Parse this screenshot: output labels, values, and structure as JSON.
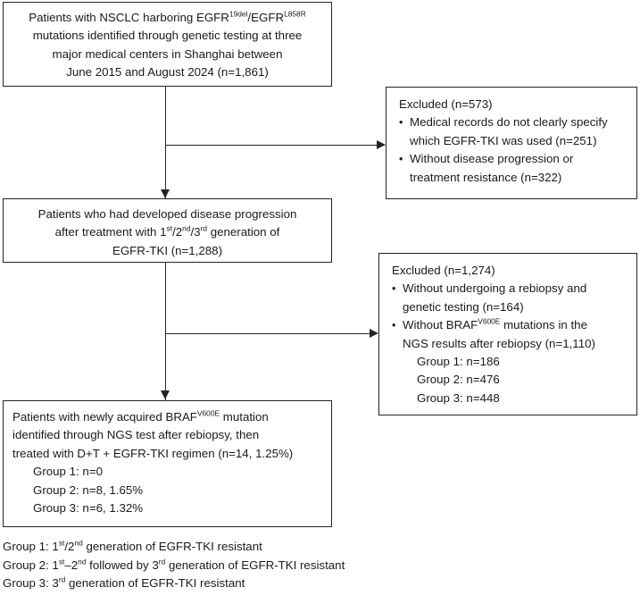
{
  "diagram": {
    "title": "Patient selection flow diagram",
    "line_color": "#242424",
    "background": "#ffffff",
    "boxes": {
      "population": {
        "lines": [
          {
            "prefix": "Patients with NSCLC harboring EGFR",
            "sup1": "19del",
            "mid": "/EGFR",
            "sup2": "L858R",
            "suffix": ""
          },
          {
            "text": "mutations identified through genetic testing at three"
          },
          {
            "text": "major medical centers in Shanghai between"
          },
          {
            "text": "June 2015 and August 2024 (n=1,861)"
          }
        ]
      },
      "excluded_1": {
        "heading": "Excluded (n=573)",
        "items": [
          "Medical records do not clearly specify which EGFR-TKI was used (n=251)",
          "Without disease progression or treatment resistance (n=322)"
        ],
        "item_1_line_1": "Medical records do not clearly specify",
        "item_1_line_2": "which EGFR-TKI was used (n=251)",
        "item_2_line_1": "Without disease progression or",
        "item_2_line_2": "treatment resistance (n=322)"
      },
      "progression": {
        "line_1": "Patients who had developed disease progression",
        "line_2_pre": "after treatment with 1",
        "line_2_sup1": "st",
        "line_2_mid1": "/2",
        "line_2_sup2": "nd",
        "line_2_mid2": "/3",
        "line_2_sup3": "rd",
        "line_2_post": " generation of",
        "line_3": "EGFR-TKI (n=1,288)"
      },
      "excluded_2": {
        "heading": "Excluded (n=1,274)",
        "item_1_line_1": "Without undergoing a rebiopsy and",
        "item_1_line_2": "genetic testing (n=164)",
        "item_2_line_1_pre": "Without BRAF",
        "item_2_line_1_sup": "V600E",
        "item_2_line_1_post": " mutations in the",
        "item_2_line_2": "NGS results after rebiopsy (n=1,110)",
        "groups": [
          "Group 1: n=186",
          "Group 2: n=476",
          "Group 3: n=448"
        ]
      },
      "braf": {
        "line_1_pre": "Patients with newly acquired BRAF",
        "line_1_sup": "V600E",
        "line_1_post": " mutation",
        "line_2": "identified through NGS test after rebiopsy, then",
        "line_3": "treated with D+T + EGFR-TKI regimen (n=14, 1.25%)",
        "groups": [
          "Group 1: n=0",
          "Group 2: n=8, 1.65%",
          "Group 3: n=6, 1.32%"
        ]
      }
    },
    "footnotes": {
      "group_1": {
        "pre": "Group 1: 1",
        "sup1": "st",
        "mid": "/2",
        "sup2": "nd",
        "post": " generation of EGFR-TKI resistant"
      },
      "group_2": {
        "pre": "Group 2: 1",
        "sup1": "st",
        "mid": "–2",
        "sup2": "nd",
        "mid2": " followed by 3",
        "sup3": "rd",
        "post": " generation of EGFR-TKI resistant"
      },
      "group_3": {
        "pre": "Group 3: 3",
        "sup1": "rd",
        "post": " generation of EGFR-TKI resistant"
      }
    }
  }
}
